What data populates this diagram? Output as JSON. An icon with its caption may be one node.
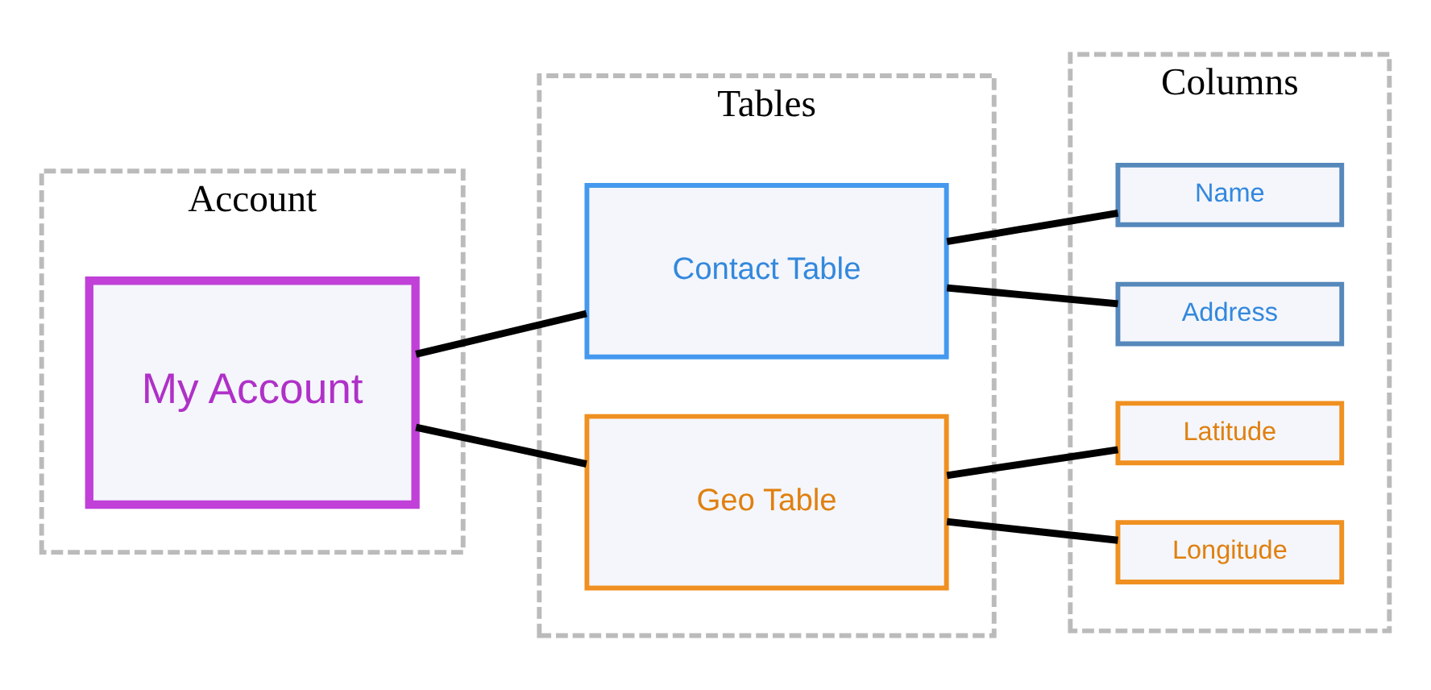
{
  "diagram": {
    "nodes": [
      {
        "text": [
          "Account"
        ]
      },
      {
        "text": [
          "Tables"
        ]
      },
      {
        "text": [
          "Columns"
        ]
      },
      {
        "text": [
          "My Account"
        ],
        "in": 0
      },
      {
        "text": [
          "Contact Table"
        ],
        "in": 1
      },
      {
        "text": [
          "Geo Table"
        ],
        "in": 1
      },
      {
        "text": [
          "Name"
        ],
        "in": 2
      },
      {
        "text": [
          "Address"
        ],
        "in": 2
      },
      {
        "text": [
          "Latitude"
        ],
        "in": 2
      },
      {
        "text": [
          "Longitude"
        ],
        "in": 2
      }
    ],
    "edges": [
      {
        "from": 3,
        "to": 4,
        "arrow": "none"
      },
      {
        "from": 3,
        "to": 5,
        "arrow": "none"
      },
      {
        "from": 4,
        "to": 6,
        "arrow": "none"
      },
      {
        "from": 4,
        "to": 7,
        "arrow": "none"
      },
      {
        "from": 5,
        "to": 8,
        "arrow": "none"
      },
      {
        "from": 5,
        "to": 9,
        "arrow": "none"
      }
    ]
  }
}
